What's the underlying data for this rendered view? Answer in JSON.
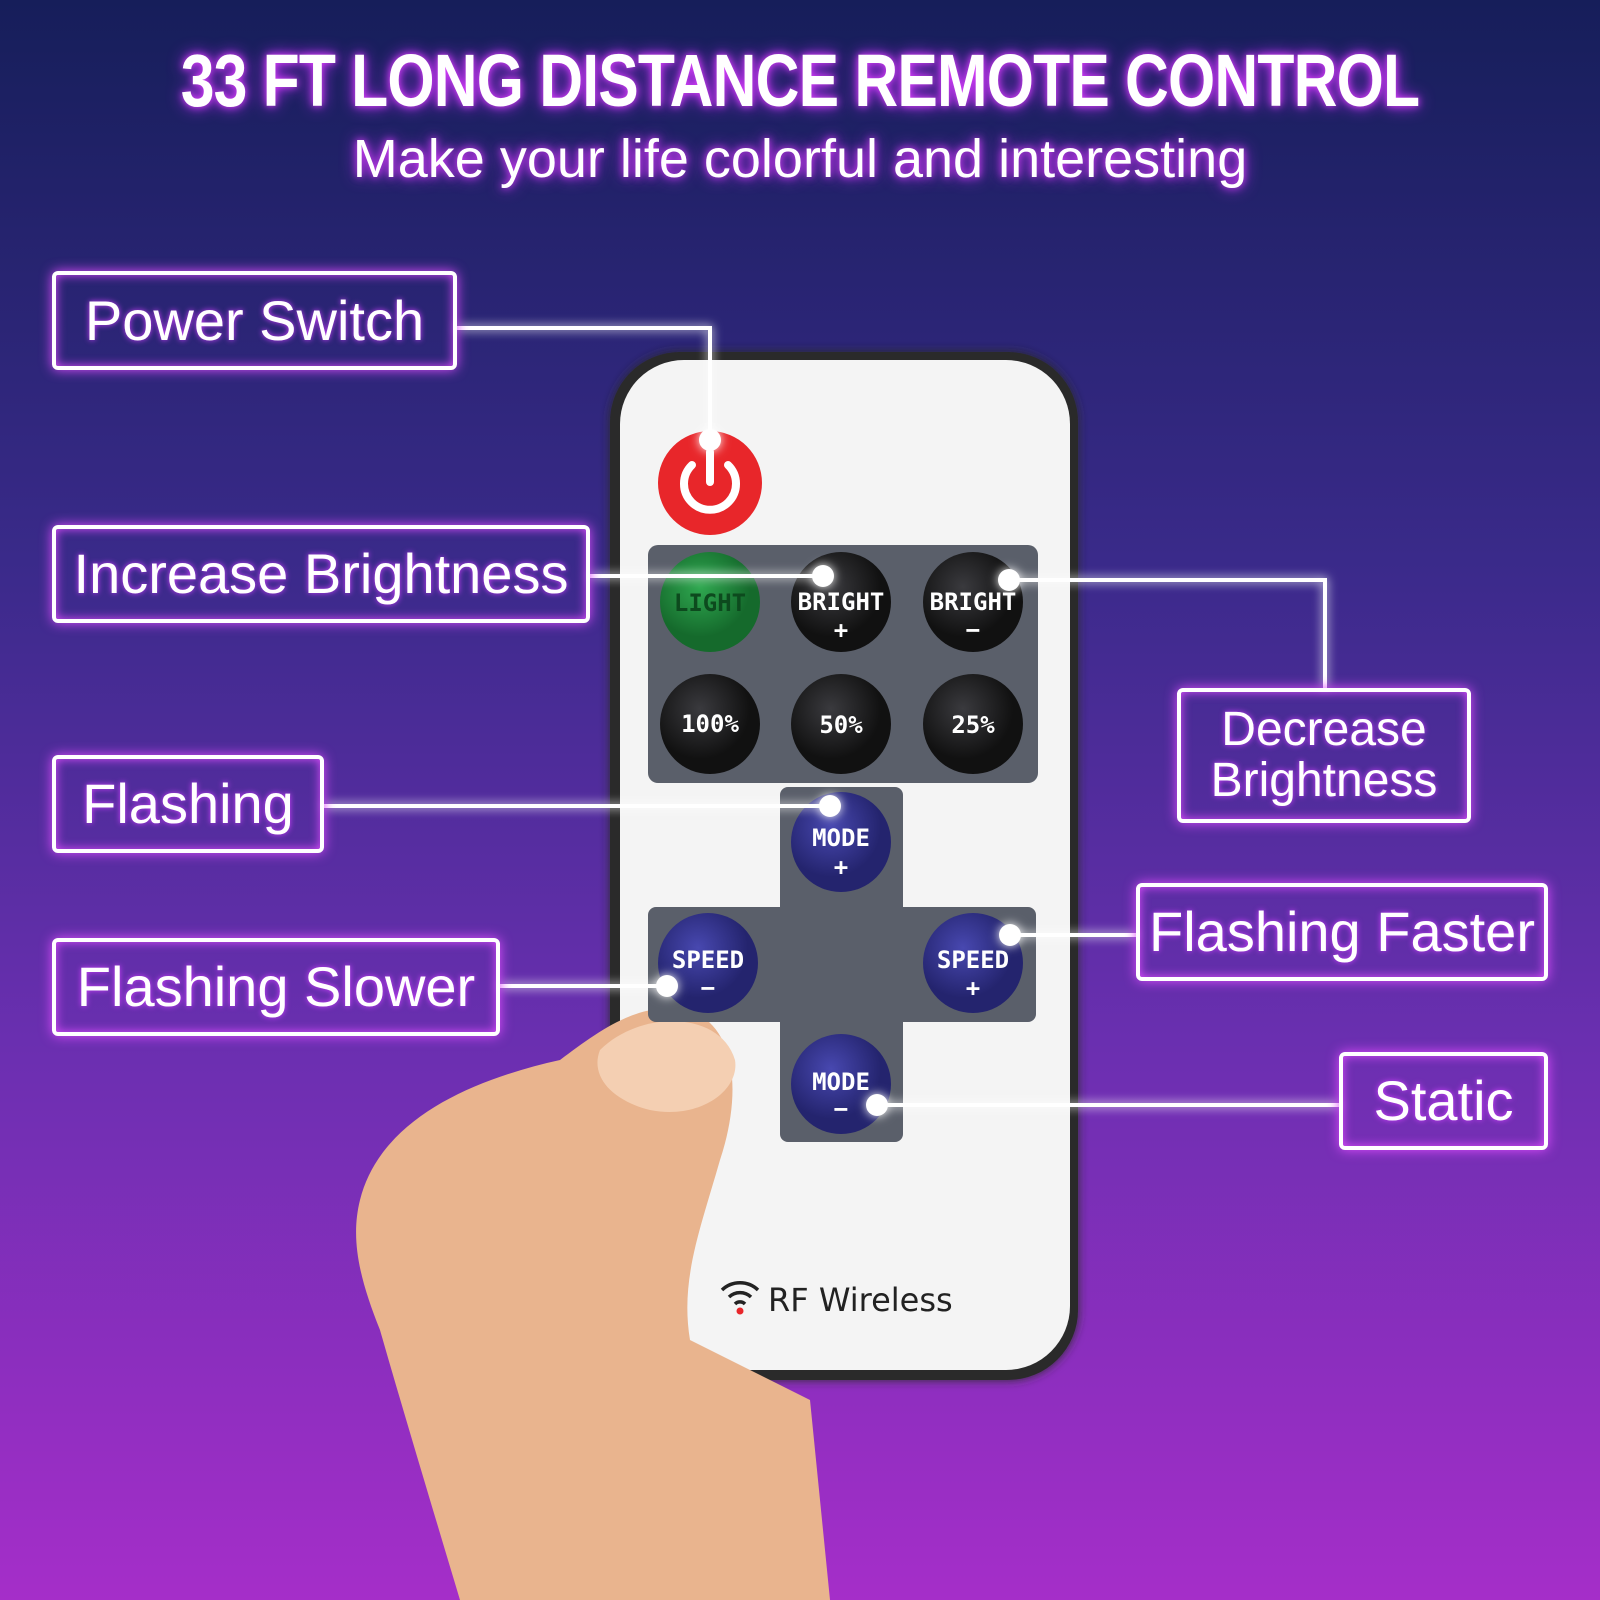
{
  "header": {
    "title": "33 FT LONG DISTANCE REMOTE CONTROL",
    "subtitle": "Make your life colorful and interesting"
  },
  "callouts": {
    "power": "Power Switch",
    "increase": "Increase Brightness",
    "flashing": "Flashing",
    "slower": "Flashing Slower",
    "decrease": "Decrease Brightness",
    "faster": "Flashing Faster",
    "static": "Static"
  },
  "remote": {
    "buttons": {
      "light": "LIGHT",
      "bright_plus": "BRIGHT",
      "bright_minus": "BRIGHT",
      "p100": "100%",
      "p50": "50%",
      "p25": "25%",
      "mode_plus": "MODE",
      "mode_minus": "MODE",
      "speed_minus": "SPEED",
      "speed_plus": "SPEED",
      "plus": "+",
      "minus": "−"
    },
    "footer": "RF Wireless",
    "icons": {
      "power": "power-icon",
      "wireless": "wifi-icon"
    }
  },
  "colors": {
    "glow": "#e04dff",
    "power": "#e8262a",
    "light": "#1f8a3c",
    "dark_button": "#1c1c1e",
    "blue_button": "#2e2e8a",
    "panel": "#5a5f6a"
  }
}
